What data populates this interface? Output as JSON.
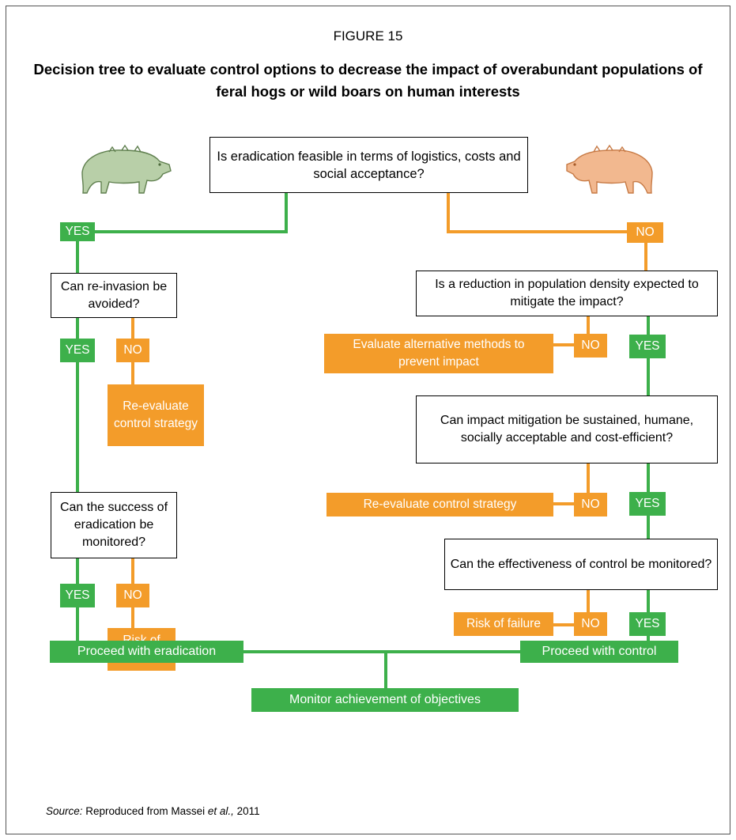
{
  "figure_label": "FIGURE 15",
  "figure_title": "Decision tree to evaluate control options to decrease the impact of overabundant populations of feral hogs or wild boars on human interests",
  "colors": {
    "yes": "#3db04b",
    "no": "#f39c2a",
    "box_border": "#000000"
  },
  "icons": {
    "left": "green-boar-illustration",
    "right": "orange-boar-illustration"
  },
  "root_question": "Is eradication feasible in terms of logistics, costs and social acceptance?",
  "left": {
    "yes_label": "YES",
    "q1": "Can re-invasion be avoided?",
    "q1_yes": "YES",
    "q1_no": "NO",
    "q1_no_result": "Re-evaluate control strategy",
    "q2": "Can the success of eradication be monitored?",
    "q2_yes": "YES",
    "q2_no": "NO",
    "q2_no_result": "Risk of failure",
    "final": "Proceed with eradication"
  },
  "right": {
    "no_label": "NO",
    "q1": "Is a reduction in population density expected to mitigate the impact?",
    "q1_no": "NO",
    "q1_no_result": "Evaluate alternative methods to prevent impact",
    "q1_yes": "YES",
    "q2": "Can impact mitigation be sustained, humane, socially acceptable and cost-efficient?",
    "q2_no": "NO",
    "q2_no_result": "Re-evaluate control strategy",
    "q2_yes": "YES",
    "q3": "Can the effectiveness of control be monitored?",
    "q3_no": "NO",
    "q3_no_result": "Risk of failure",
    "q3_yes": "YES",
    "final": "Proceed with control"
  },
  "bottom": "Monitor achievement of objectives",
  "source": {
    "label": "Source:",
    "text_a": " Reproduced from Massei ",
    "text_etal": "et al.,",
    "text_b": " 2011"
  }
}
